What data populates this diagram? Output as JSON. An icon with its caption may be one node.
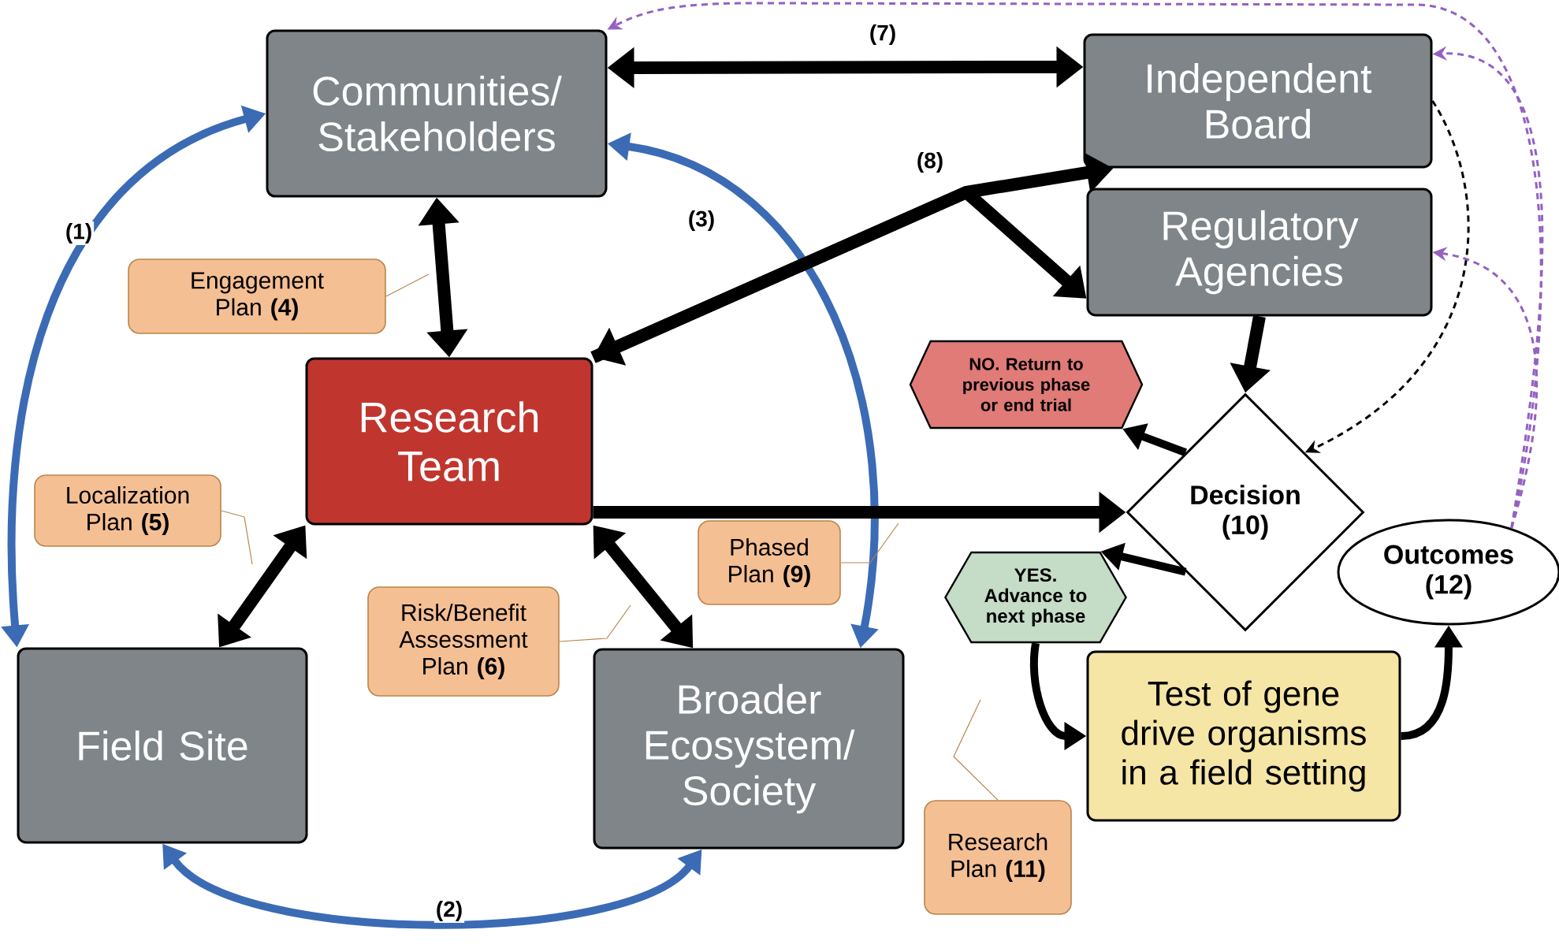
{
  "diagram": {
    "nodes": [
      {
        "text": [
          "Communities/ Stakeholders"
        ]
      },
      {
        "text": [
          "Independent Board"
        ]
      },
      {
        "text": [
          "Regulatory Agencies"
        ]
      },
      {
        "text": [
          "Engagement Plan **(4)**"
        ]
      },
      {
        "text": [
          "Research Team"
        ]
      },
      {
        "text": [
          "NO. Return to previous phase or end trial"
        ]
      },
      {
        "text": [
          "Decision (10)"
        ]
      },
      {
        "text": [
          "Localization Plan **(5)**"
        ]
      },
      {
        "text": [
          "Phased Plan **(9)**"
        ]
      },
      {
        "text": [
          "Outcomes (12)"
        ]
      },
      {
        "text": [
          "Risk/Benefit Assessment Plan **(6)**"
        ]
      },
      {
        "text": [
          "YES. Advance to next phase"
        ]
      },
      {
        "text": [
          "Field Site"
        ]
      },
      {
        "text": [
          "Broader Ecosystem/ Society"
        ]
      },
      {
        "text": [
          "Test of gene drive organisms in a field setting"
        ]
      },
      {
        "text": [
          "Research Plan **(11)**"
        ]
      }
    ],
    "edges": [
      {
        "from": 0,
        "to": 12,
        "arrow": "both",
        "label": "(1)",
        "color": "#3b6bb5"
      },
      {
        "from": 12,
        "to": 13,
        "arrow": "both",
        "label": "(2)",
        "color": "#3b6bb5"
      },
      {
        "from": 0,
        "to": 13,
        "arrow": "both",
        "label": "(3)",
        "color": "#3b6bb5"
      },
      {
        "from": 0,
        "to": 1,
        "arrow": "both",
        "label": "(7)"
      },
      {
        "from": 4,
        "to": 1,
        "arrow": "both",
        "label": "(8)"
      },
      {
        "from": 4,
        "to": 2,
        "arrow": "to"
      },
      {
        "from": 0,
        "to": 4,
        "arrow": "both"
      },
      {
        "from": 4,
        "to": 12,
        "arrow": "both"
      },
      {
        "from": 4,
        "to": 13,
        "arrow": "both"
      },
      {
        "from": 4,
        "to": 6,
        "arrow": "to"
      },
      {
        "from": 2,
        "to": 6,
        "arrow": "to"
      },
      {
        "from": 1,
        "to": 6,
        "arrow": "to",
        "style": "dashed"
      },
      {
        "from": 6,
        "to": 5,
        "arrow": "to"
      },
      {
        "from": 6,
        "to": 11,
        "arrow": "to"
      },
      {
        "from": 11,
        "to": 14,
        "arrow": "to"
      },
      {
        "from": 14,
        "to": 9,
        "arrow": "to"
      },
      {
        "from": 9,
        "to": 2,
        "arrow": "to",
        "style": "dashed",
        "color": "#9461c2"
      },
      {
        "from": 9,
        "to": 1,
        "arrow": "to",
        "style": "dashed",
        "color": "#9461c2"
      },
      {
        "from": 9,
        "to": 0,
        "arrow": "to",
        "style": "dashed",
        "color": "#9461c2"
      },
      {
        "from": 3,
        "to": null,
        "arrow": "none",
        "color": "#b8864a"
      },
      {
        "from": 7,
        "to": null,
        "arrow": "none",
        "color": "#b8864a"
      },
      {
        "from": 10,
        "to": null,
        "arrow": "none",
        "color": "#b8864a"
      },
      {
        "from": 8,
        "to": null,
        "arrow": "none",
        "color": "#b8864a"
      },
      {
        "from": 15,
        "to": null,
        "arrow": "none",
        "color": "#b8864a"
      }
    ]
  }
}
